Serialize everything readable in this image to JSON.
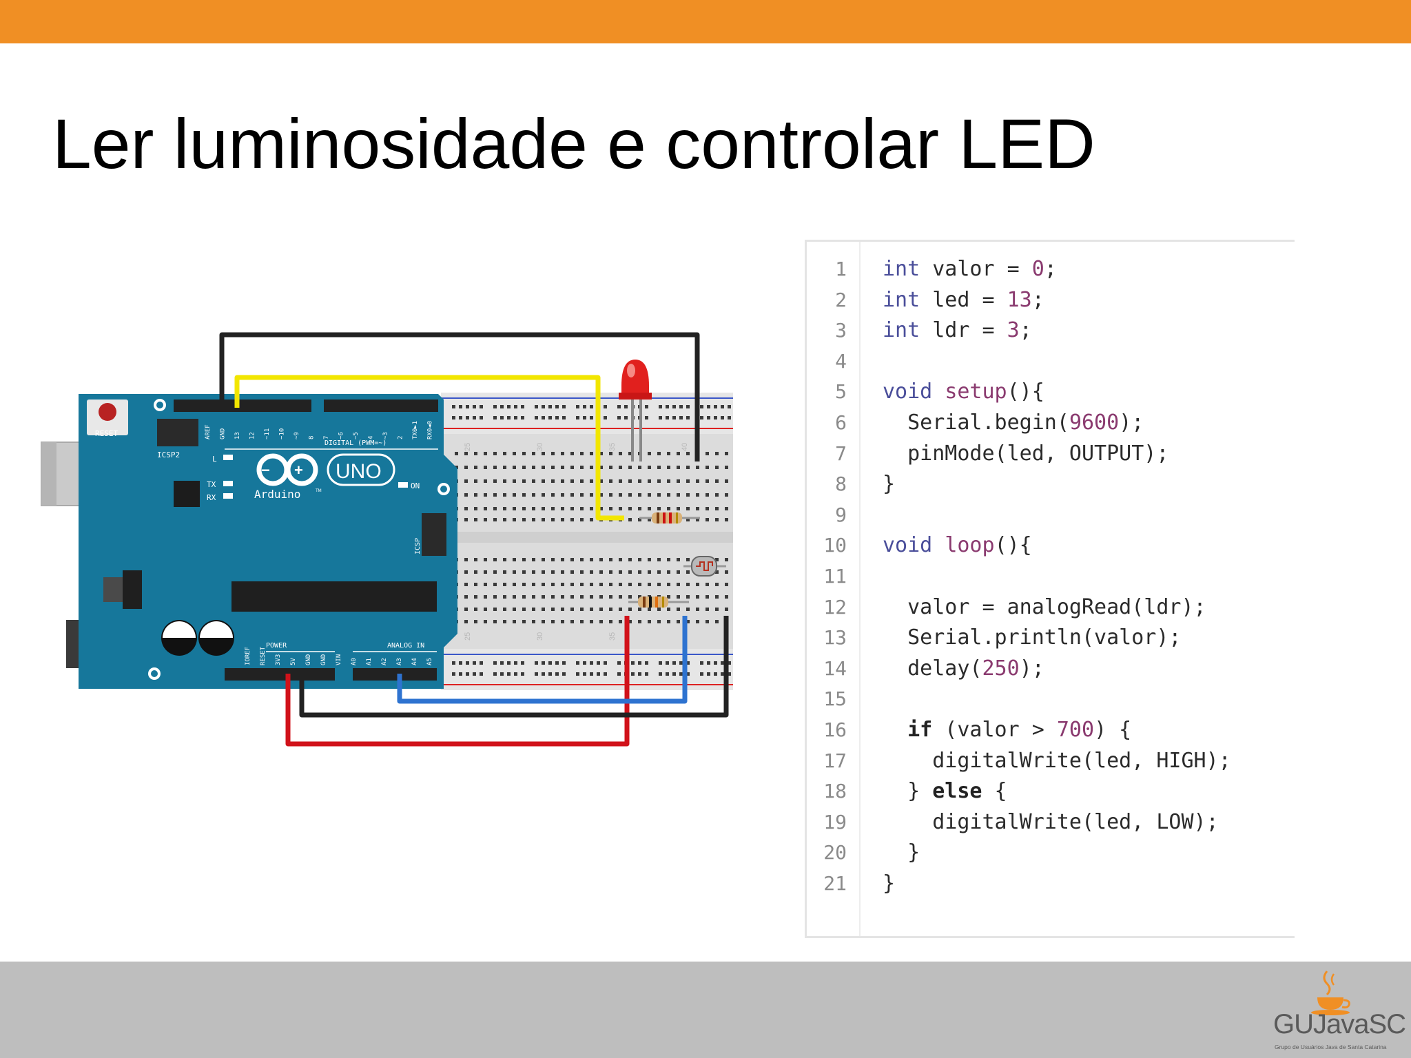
{
  "slide": {
    "title": "Ler luminosidade e controlar LED"
  },
  "colors": {
    "top_bar": "#F08F24",
    "bottom_bar": "#BEBEBE",
    "arduino_board": "#16779B",
    "wire_yellow": "#F2E600",
    "wire_black": "#222222",
    "wire_red": "#D1121A",
    "wire_blue": "#2E73D0"
  },
  "board_labels": {
    "reset": "RESET",
    "icsp2": "ICSP2",
    "digital": "DIGITAL (PWM=~)",
    "uno": "UNO",
    "brand": "Arduino",
    "tm": "TM",
    "on": "ON",
    "icsp": "ICSP",
    "l": "L",
    "tx": "TX",
    "rx": "RX",
    "power": "POWER",
    "analog_in": "ANALOG IN",
    "top_pins": [
      "AREF",
      "GND",
      "13",
      "12",
      "~11",
      "~10",
      "~9",
      "8",
      "7",
      "~6",
      "~5",
      "4",
      "~3",
      "2",
      "TX0►1",
      "RX0◄0"
    ],
    "bottom_pins": [
      "IOREF",
      "RESET",
      "3V3",
      "5V",
      "GND",
      "GND",
      "VIN",
      "A0",
      "A1",
      "A2",
      "A3",
      "A4",
      "A5"
    ]
  },
  "breadboard_numbers": [
    "25",
    "30",
    "35",
    "40"
  ],
  "code": {
    "line_numbers": [
      "1",
      "2",
      "3",
      "4",
      "5",
      "6",
      "7",
      "8",
      "9",
      "10",
      "11",
      "12",
      "13",
      "14",
      "15",
      "16",
      "17",
      "18",
      "19",
      "20",
      "21"
    ],
    "lines": [
      [
        {
          "t": "kw",
          "v": "int"
        },
        {
          "t": "p",
          "v": " valor = "
        },
        {
          "t": "num",
          "v": "0"
        },
        {
          "t": "p",
          "v": ";"
        }
      ],
      [
        {
          "t": "kw",
          "v": "int"
        },
        {
          "t": "p",
          "v": " led = "
        },
        {
          "t": "num",
          "v": "13"
        },
        {
          "t": "p",
          "v": ";"
        }
      ],
      [
        {
          "t": "kw",
          "v": "int"
        },
        {
          "t": "p",
          "v": " ldr = "
        },
        {
          "t": "num",
          "v": "3"
        },
        {
          "t": "p",
          "v": ";"
        }
      ],
      [],
      [
        {
          "t": "kw",
          "v": "void"
        },
        {
          "t": "p",
          "v": " "
        },
        {
          "t": "fn",
          "v": "setup"
        },
        {
          "t": "p",
          "v": "(){"
        }
      ],
      [
        {
          "t": "p",
          "v": "  Serial.begin("
        },
        {
          "t": "num",
          "v": "9600"
        },
        {
          "t": "p",
          "v": ");"
        }
      ],
      [
        {
          "t": "p",
          "v": "  pinMode(led, OUTPUT);"
        }
      ],
      [
        {
          "t": "p",
          "v": "}"
        }
      ],
      [],
      [
        {
          "t": "kw",
          "v": "void"
        },
        {
          "t": "p",
          "v": " "
        },
        {
          "t": "fn",
          "v": "loop"
        },
        {
          "t": "p",
          "v": "(){"
        }
      ],
      [],
      [
        {
          "t": "p",
          "v": "  valor = analogRead(ldr);"
        }
      ],
      [
        {
          "t": "p",
          "v": "  Serial.println(valor);"
        }
      ],
      [
        {
          "t": "p",
          "v": "  delay("
        },
        {
          "t": "num",
          "v": "250"
        },
        {
          "t": "p",
          "v": ");"
        }
      ],
      [],
      [
        {
          "t": "p",
          "v": "  "
        },
        {
          "t": "bkw",
          "v": "if"
        },
        {
          "t": "p",
          "v": " (valor > "
        },
        {
          "t": "num",
          "v": "700"
        },
        {
          "t": "p",
          "v": ") {"
        }
      ],
      [
        {
          "t": "p",
          "v": "    digitalWrite(led, HIGH);"
        }
      ],
      [
        {
          "t": "p",
          "v": "  } "
        },
        {
          "t": "bkw",
          "v": "else"
        },
        {
          "t": "p",
          "v": " {"
        }
      ],
      [
        {
          "t": "p",
          "v": "    digitalWrite(led, LOW);"
        }
      ],
      [
        {
          "t": "p",
          "v": "  }"
        }
      ],
      [
        {
          "t": "p",
          "v": "}"
        }
      ]
    ]
  },
  "logo": {
    "name": "GUJavaSC",
    "subtitle": "Grupo de Usuários Java de Santa Catarina"
  }
}
